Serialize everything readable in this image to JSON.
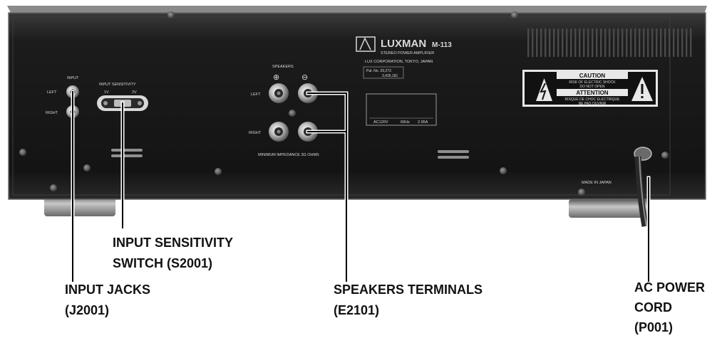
{
  "panel": {
    "brand": "LUXMAN",
    "model": "M-113",
    "product_type": "STEREO POWER AMPLIFIER",
    "maker": "LUX CORPORATION, TOKYO, JAPAN",
    "patent_line1": "Pat. No. 29,273",
    "patent_line2": "3,435,181",
    "input_label": "INPUT",
    "left_label": "LEFT",
    "right_label": "RIGHT",
    "sensitivity_label": "INPUT SENSITIVITY",
    "sens_1v": "1V",
    "sens_2v": "2V",
    "speakers_label": "SPEAKERS",
    "plus": "⊕",
    "minus": "⊖",
    "spk_left": "LEFT",
    "spk_right": "RIGHT",
    "impedance": "MINIMUM IMPEDANCE 3Ω OHMS",
    "rating_ac": "AC120V",
    "rating_hz": "60Hz",
    "rating_a": "2.95A",
    "caution_title": "CAUTION",
    "caution_l1": "RISK OF ELECTRIC SHOCK",
    "caution_l2": "DO NOT OPEN",
    "attention_title": "ATTENTION",
    "attention_l1": "RISQUE DE CHOC ELECTRIQUE",
    "attention_l2": "NE PAS OUVRIR",
    "made_in": "MADE IN JAPAN"
  },
  "callouts": {
    "input_sensitivity": {
      "line1": "INPUT SENSITIVITY",
      "line2": "SWITCH (S2001)"
    },
    "input_jacks": {
      "line1": "INPUT JACKS",
      "line2": "(J2001)"
    },
    "speakers": {
      "line1": "SPEAKERS TERMINALS",
      "line2": "(E2101)"
    },
    "ac_power": {
      "line1": "AC POWER",
      "line2": "CORD",
      "line3": "(P001)"
    }
  }
}
